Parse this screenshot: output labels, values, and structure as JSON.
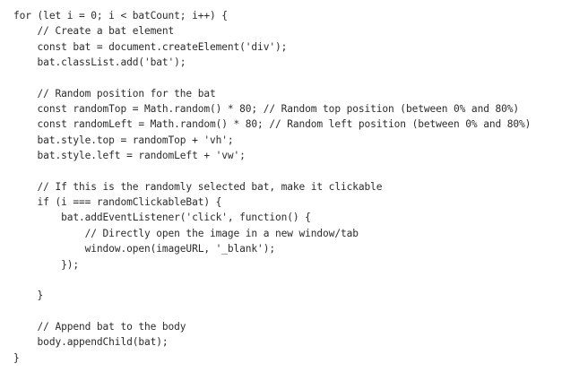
{
  "code": {
    "lines": [
      "for (let i = 0; i < batCount; i++) {",
      "    // Create a bat element",
      "    const bat = document.createElement('div');",
      "    bat.classList.add('bat');",
      "",
      "    // Random position for the bat",
      "    const randomTop = Math.random() * 80; // Random top position (between 0% and 80%)",
      "    const randomLeft = Math.random() * 80; // Random left position (between 0% and 80%)",
      "    bat.style.top = randomTop + 'vh';",
      "    bat.style.left = randomLeft + 'vw';",
      "",
      "    // If this is the randomly selected bat, make it clickable",
      "    if (i === randomClickableBat) {",
      "        bat.addEventListener('click', function() {",
      "            // Directly open the image in a new window/tab",
      "            window.open(imageURL, '_blank');",
      "        });",
      "",
      "    }",
      "",
      "    // Append bat to the body",
      "    body.appendChild(bat);",
      "}"
    ]
  }
}
